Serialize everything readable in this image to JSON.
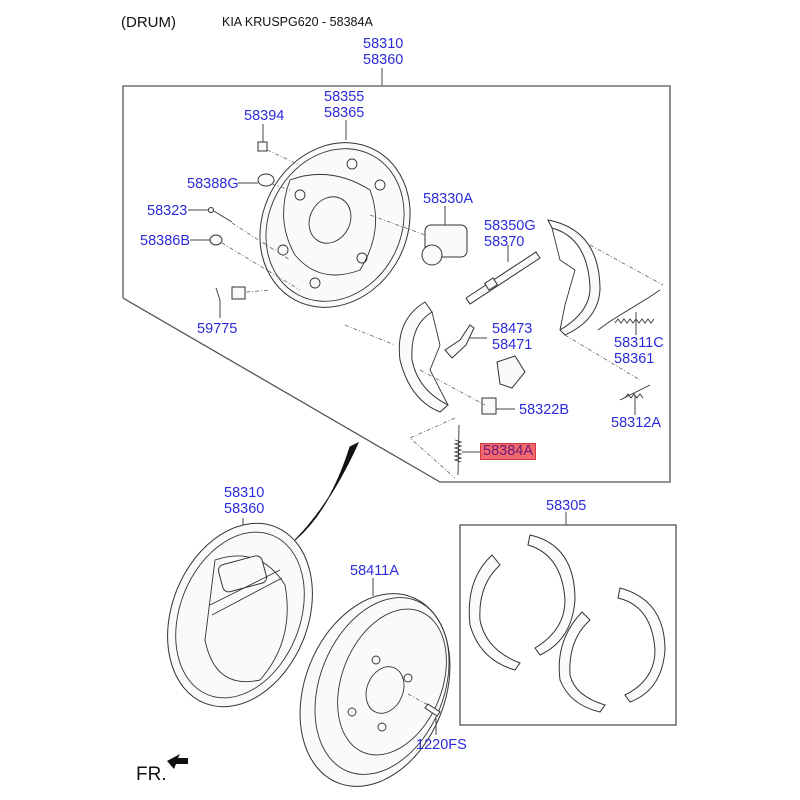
{
  "header": {
    "variant": "(DRUM)",
    "title": "KIA KRUSPG620 - 58384A"
  },
  "highlighted_part": "58384A",
  "highlight_color": "#f2686e",
  "label_color": "#2b2bdb",
  "labels": {
    "assembly_top_1": "58310",
    "assembly_top_2": "58360",
    "backing_plate_1": "58355",
    "backing_plate_2": "58365",
    "bleeder_screw": "58394",
    "plug": "58388G",
    "hold_down_pin": "58323",
    "cap": "58386B",
    "wheel_cylinder": "58330A",
    "adjuster_1": "58350G",
    "adjuster_2": "58370",
    "lever_1": "58473",
    "lever_2": "58471",
    "return_spring_upper_1": "58311C",
    "return_spring_upper_2": "58361",
    "clip": "58322B",
    "spring_lower": "58312A",
    "spring_highlight": "58384A",
    "grommet": "59775",
    "assembly_bottom_1": "58310",
    "assembly_bottom_2": "58360",
    "brake_drum": "58411A",
    "bolt": "1220FS",
    "shoe_kit": "58305"
  },
  "direction_indicator": {
    "label": "FR.",
    "icon": "front-arrow-icon"
  }
}
